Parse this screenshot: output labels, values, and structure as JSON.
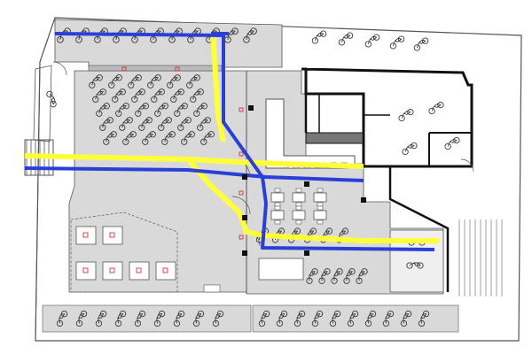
{
  "colors": {
    "background": "#ffffff",
    "floor_gray": "#d9d9d9",
    "outline": "#555555",
    "dark_wall": "#111111",
    "route_yellow": "#ffff3c",
    "route_blue": "#2a3fd8",
    "bike": "#3a3a3a",
    "marker_red": "#cc2222"
  },
  "routes": [
    {
      "name": "yellow-route",
      "color": "yellow"
    },
    {
      "name": "blue-route",
      "color": "blue"
    }
  ],
  "icons": [
    "bicycle-icon",
    "stair-icon",
    "table-icon",
    "door-icon",
    "column-icon"
  ]
}
